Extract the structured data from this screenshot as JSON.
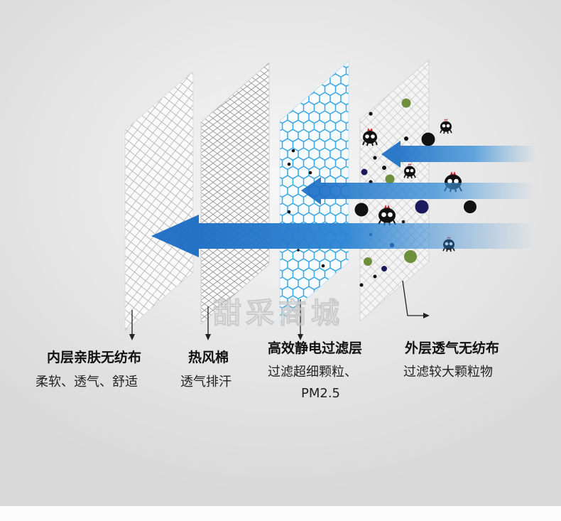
{
  "layers": [
    {
      "id": "inner",
      "title": "内层亲肤无纺布",
      "desc": [
        "柔软、透气、舒适"
      ]
    },
    {
      "id": "cotton",
      "title": "热风棉",
      "desc": [
        "透气排汗"
      ]
    },
    {
      "id": "electrostatic",
      "title": "高效静电过滤层",
      "desc": [
        "过滤超细颗粒、",
        "PM2.5"
      ]
    },
    {
      "id": "outer",
      "title": "外层透气无纺布",
      "desc": [
        "过滤较大颗粒物"
      ]
    }
  ],
  "watermark": "甜采商城",
  "colors": {
    "arrow_blue": "#1e72c8",
    "hex_mesh": "#3aa8e0",
    "particle_black": "#111111",
    "particle_green": "#6e8f3c",
    "particle_navy": "#1c1a5e",
    "germ_red": "#d0202a"
  },
  "icons": [
    "germ-icon",
    "particle-icon",
    "arrow-icon"
  ]
}
